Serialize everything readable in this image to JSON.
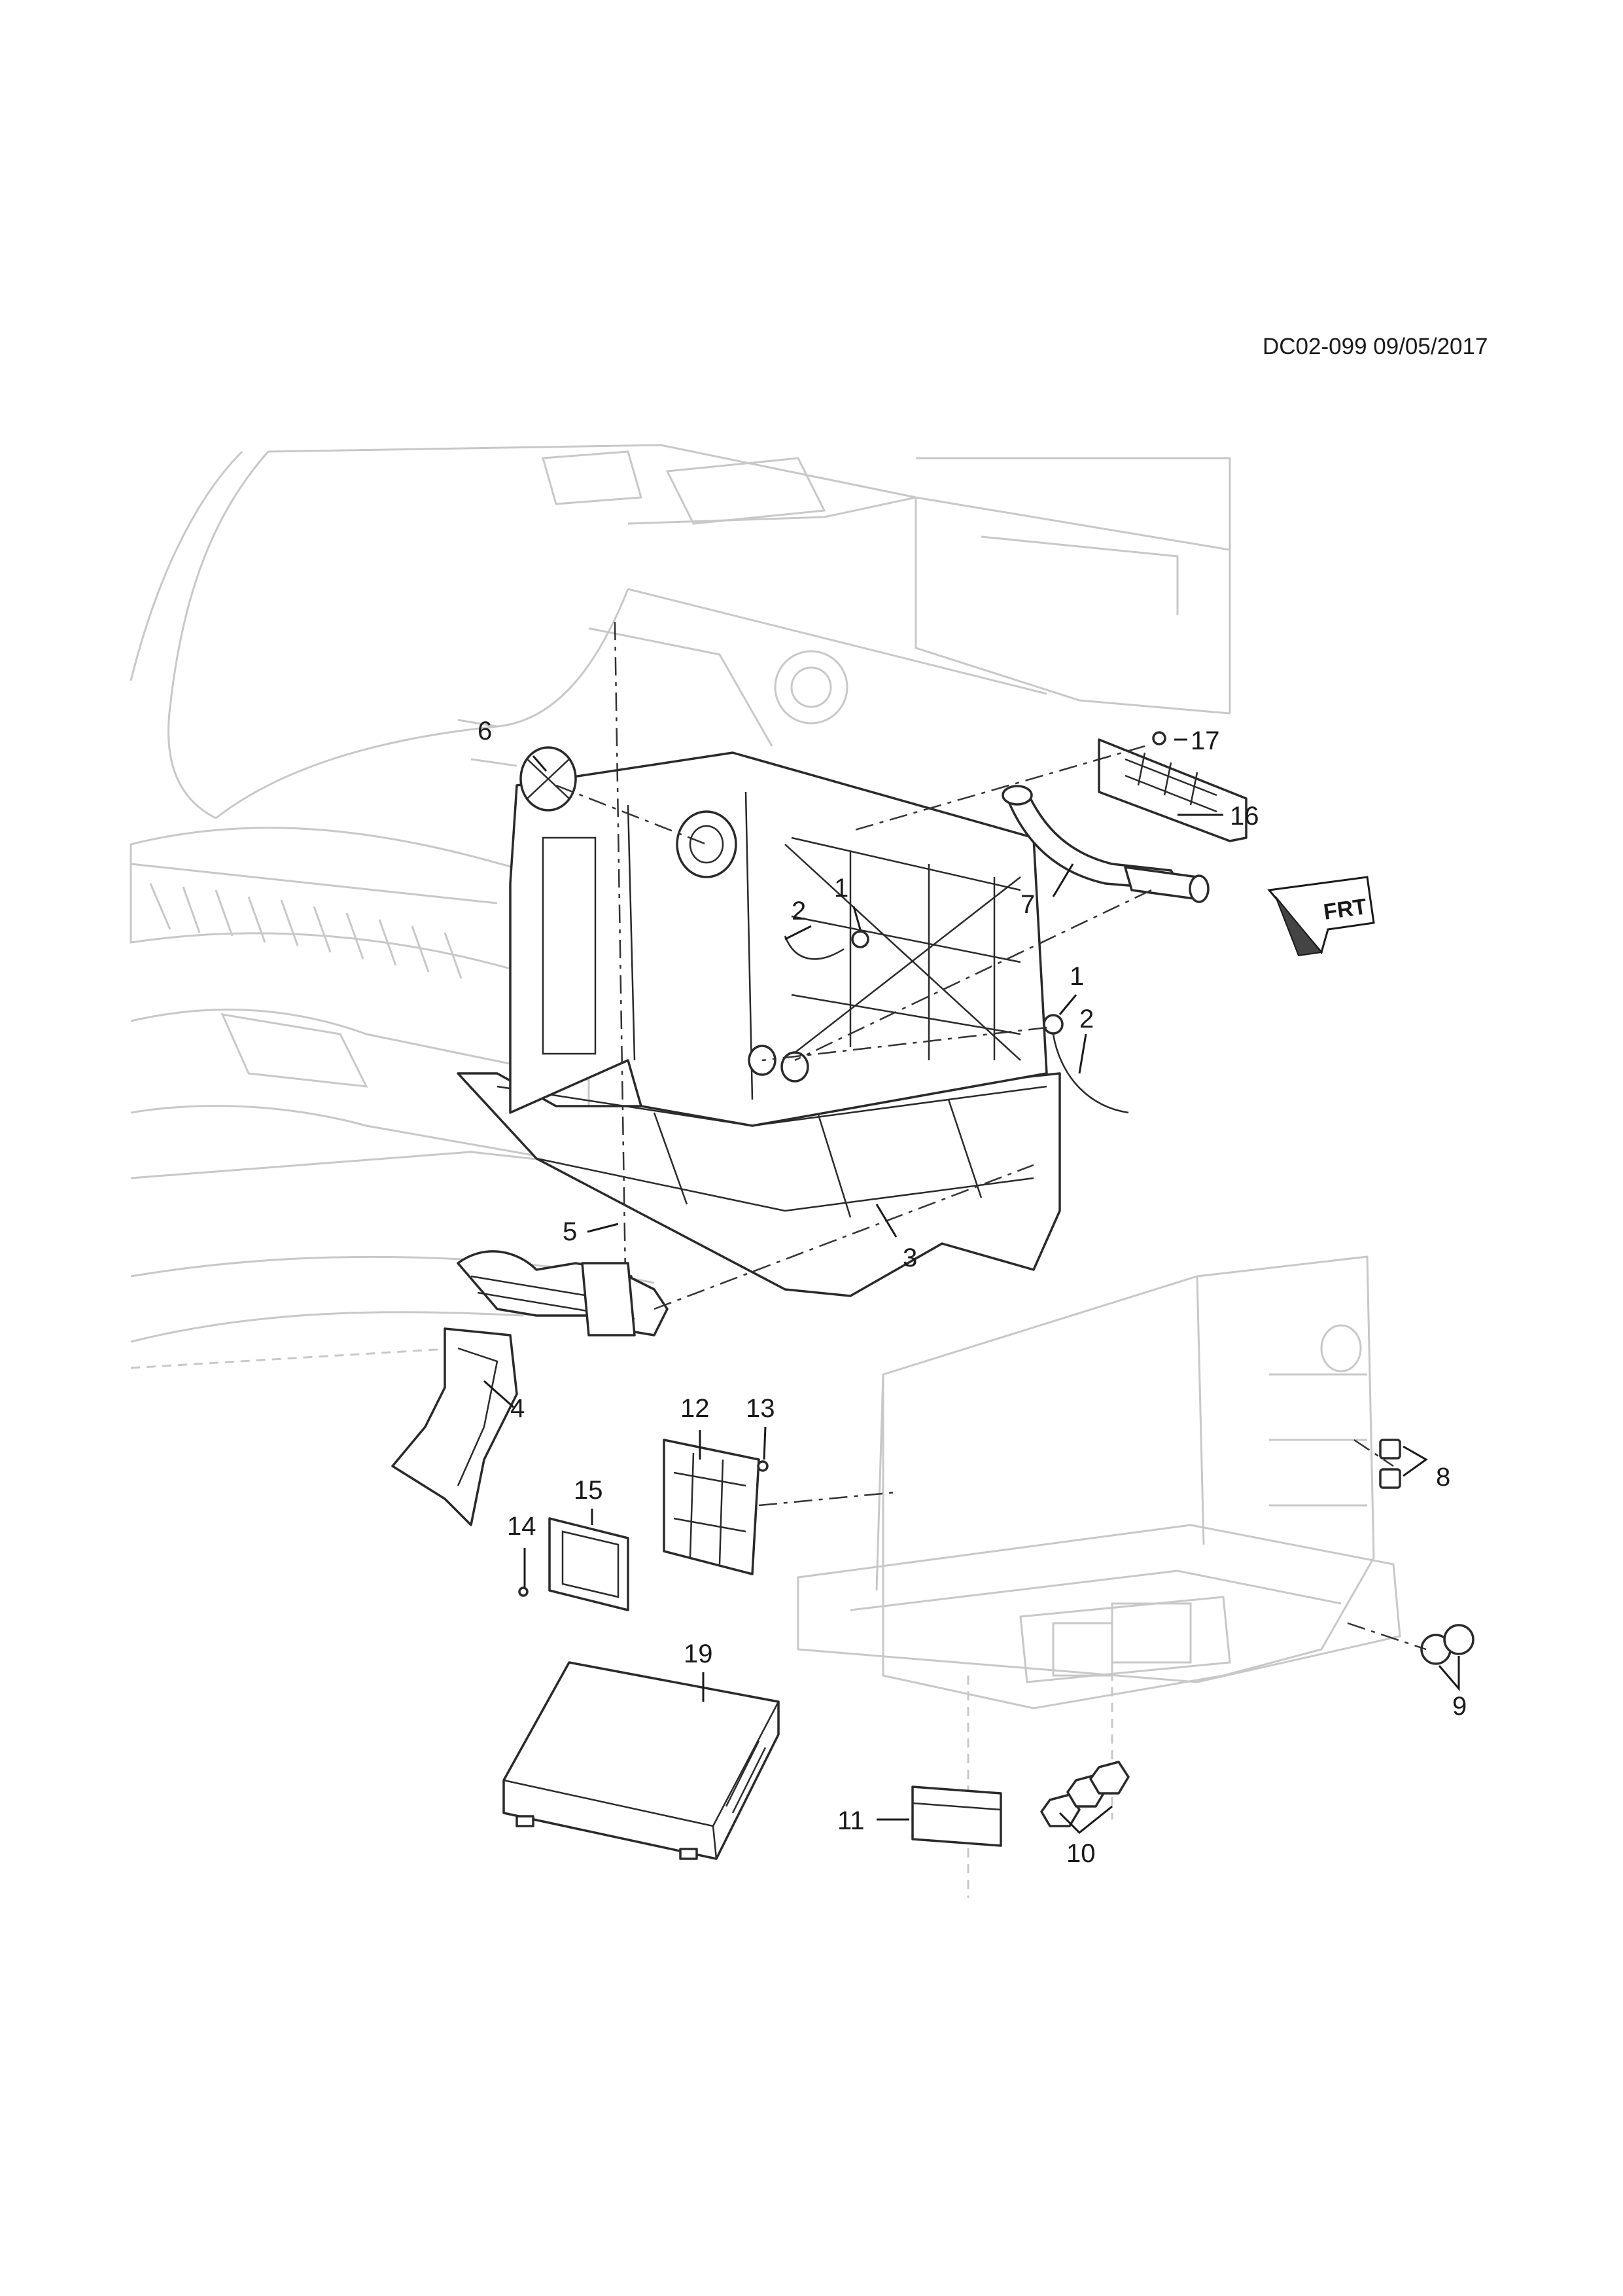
{
  "document": {
    "id_date": "DC02-099 09/05/2017"
  },
  "direction_indicator": {
    "label": "FRT",
    "icon": "front-arrow-icon"
  },
  "callouts": [
    {
      "number": "1"
    },
    {
      "number": "2"
    },
    {
      "number": "3"
    },
    {
      "number": "4"
    },
    {
      "number": "5"
    },
    {
      "number": "6"
    },
    {
      "number": "7"
    },
    {
      "number": "8"
    },
    {
      "number": "9"
    },
    {
      "number": "10"
    },
    {
      "number": "11"
    },
    {
      "number": "12"
    },
    {
      "number": "13"
    },
    {
      "number": "14"
    },
    {
      "number": "15"
    },
    {
      "number": "16"
    },
    {
      "number": "17"
    },
    {
      "number": "19"
    },
    {
      "number": "1"
    },
    {
      "number": "2"
    }
  ]
}
